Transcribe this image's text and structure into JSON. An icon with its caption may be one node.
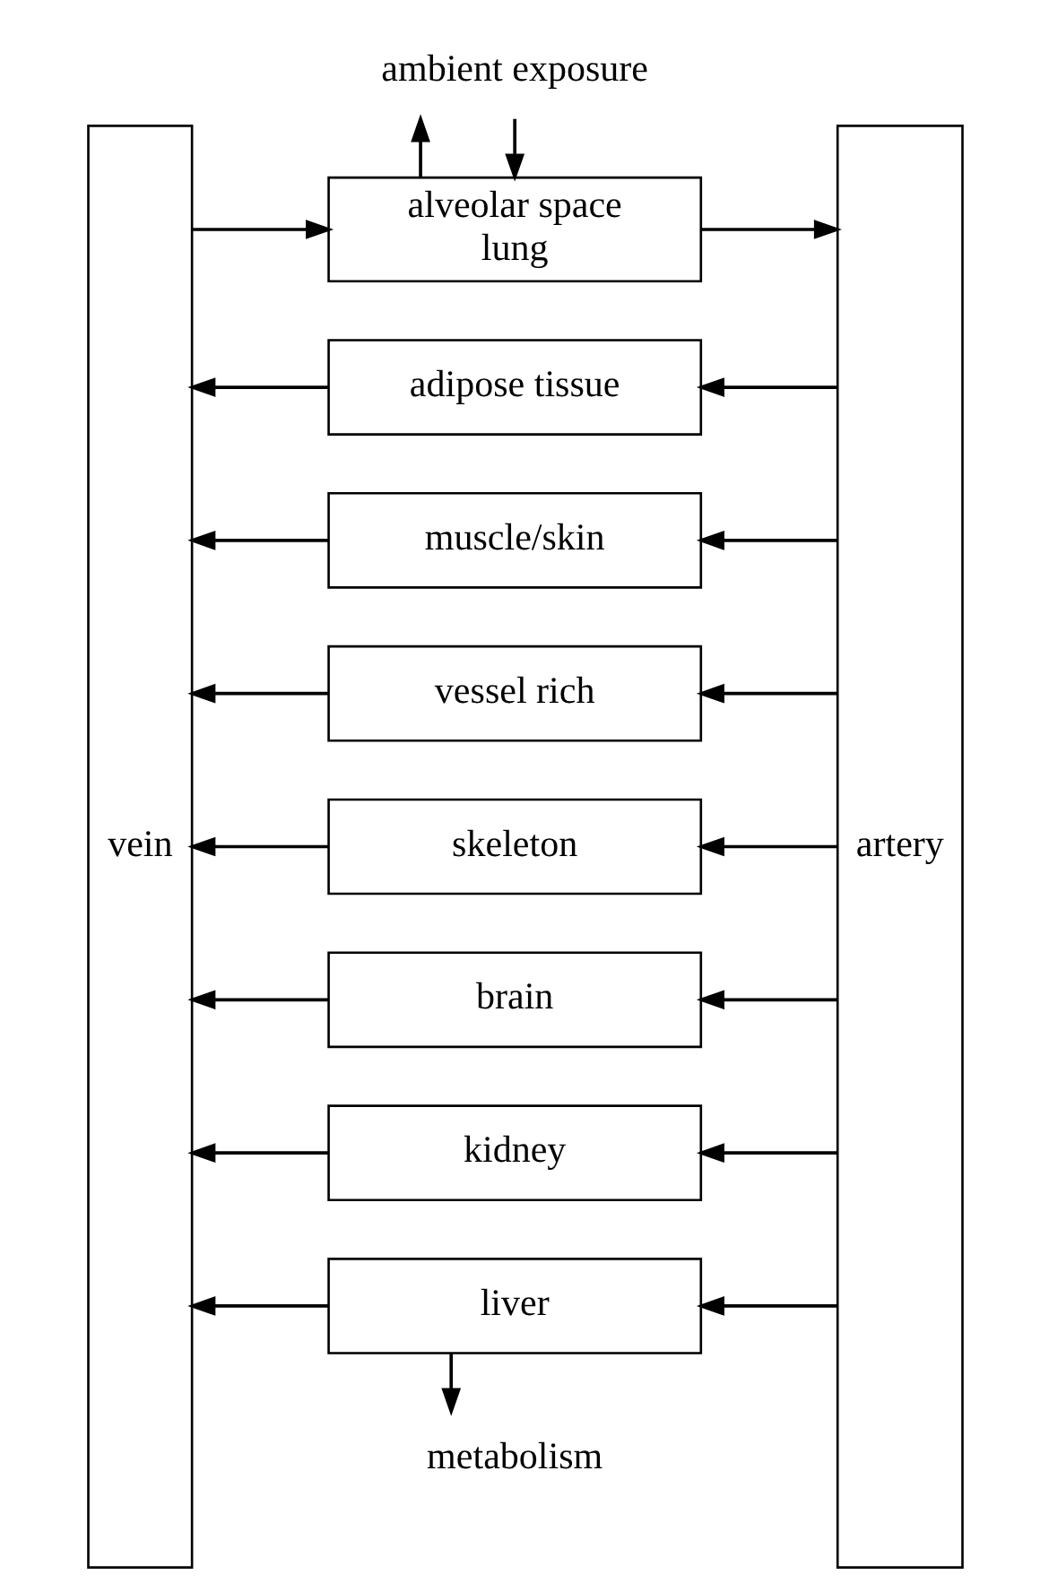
{
  "diagram": {
    "nodes": [
      {
        "text": [
          "ambient exposure"
        ]
      },
      {
        "text": [
          "alveolar space",
          "lung"
        ]
      },
      {
        "text": [
          "vein"
        ]
      },
      {
        "text": [
          "adipose tissue"
        ]
      },
      {
        "text": [
          "muscle/skin"
        ]
      },
      {
        "text": [
          "vessel rich"
        ]
      },
      {
        "text": [
          "skeleton"
        ]
      },
      {
        "text": [
          "brain"
        ]
      },
      {
        "text": [
          "kidney"
        ]
      },
      {
        "text": [
          "liver"
        ]
      },
      {
        "text": [
          "artery"
        ]
      },
      {
        "text": [
          "metabolism"
        ]
      }
    ],
    "edges": [
      {
        "from": 0,
        "to": 1,
        "arrow": "to"
      },
      {
        "from": 1,
        "to": 0,
        "arrow": "to"
      },
      {
        "from": 2,
        "to": 1,
        "arrow": "to"
      },
      {
        "from": 1,
        "to": 10,
        "arrow": "to"
      },
      {
        "from": 10,
        "to": 3,
        "arrow": "to"
      },
      {
        "from": 3,
        "to": 2,
        "arrow": "to"
      },
      {
        "from": 10,
        "to": 4,
        "arrow": "to"
      },
      {
        "from": 4,
        "to": 2,
        "arrow": "to"
      },
      {
        "from": 10,
        "to": 5,
        "arrow": "to"
      },
      {
        "from": 5,
        "to": 2,
        "arrow": "to"
      },
      {
        "from": 10,
        "to": 6,
        "arrow": "to"
      },
      {
        "from": 6,
        "to": 2,
        "arrow": "to"
      },
      {
        "from": 10,
        "to": 7,
        "arrow": "to"
      },
      {
        "from": 7,
        "to": 2,
        "arrow": "to"
      },
      {
        "from": 10,
        "to": 8,
        "arrow": "to"
      },
      {
        "from": 8,
        "to": 2,
        "arrow": "to"
      },
      {
        "from": 10,
        "to": 9,
        "arrow": "to"
      },
      {
        "from": 9,
        "to": 2,
        "arrow": "to"
      },
      {
        "from": 9,
        "to": 11,
        "arrow": "to"
      }
    ]
  }
}
